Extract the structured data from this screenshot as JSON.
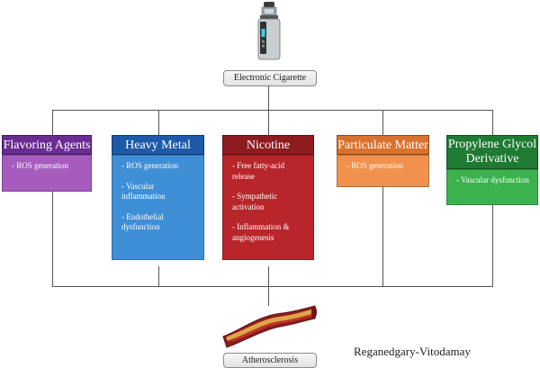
{
  "top_node": {
    "label": "Electronic Cigarette",
    "icon": "e-cigarette-icon"
  },
  "bottom_node": {
    "label": "Atherosclerosis",
    "icon": "artery-icon"
  },
  "credit": "Reganedgary-Vitodamay",
  "categories": [
    {
      "title": "Flavoring Agents",
      "head_color": "#6a2c91",
      "body_color": "#a55cbd",
      "items": [
        "- ROS generation"
      ]
    },
    {
      "title": "Heavy Metal",
      "head_color": "#1e5aa8",
      "body_color": "#3f8fd6",
      "items": [
        "- ROS generation",
        "- Vascular inflammation",
        "- Endothelial dysfunction"
      ]
    },
    {
      "title": "Nicotine",
      "head_color": "#8e1b1f",
      "body_color": "#b8262b",
      "items": [
        "- Free fatty-acid release",
        "- Sympathetic activation",
        "- Inflammation & angiogenesis"
      ]
    },
    {
      "title": "Particulate Matter",
      "head_color": "#d9722d",
      "body_color": "#f0924d",
      "items": [
        "- ROS generation"
      ]
    },
    {
      "title": "Propylene Glycol Derivative",
      "head_color": "#1f7a34",
      "body_color": "#3cb24f",
      "items": [
        "- Vascular dysfunction"
      ]
    }
  ]
}
